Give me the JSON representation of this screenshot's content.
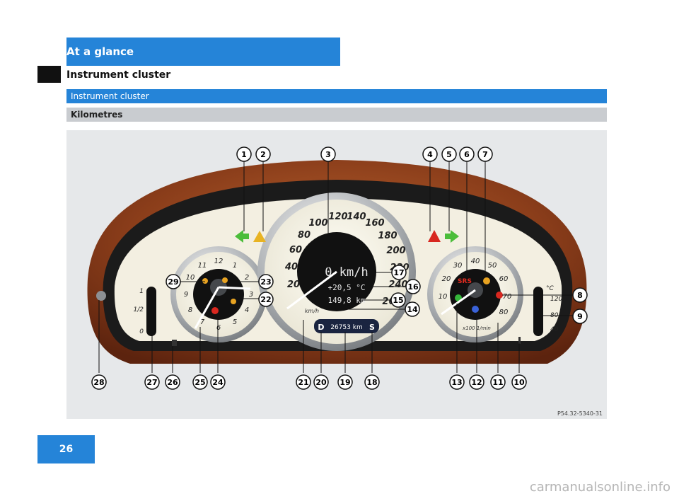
{
  "header": {
    "tab_title": "At a glance",
    "section_title": "Instrument cluster"
  },
  "bars": {
    "blue_label": "Instrument cluster",
    "grey_label": "Kilometres"
  },
  "figure": {
    "image_ref": "P54.32-5340-31",
    "speedometer": {
      "ticks": [
        "20",
        "40",
        "60",
        "80",
        "100",
        "120",
        "140",
        "160",
        "180",
        "200",
        "220",
        "240",
        "260"
      ],
      "speed_readout": "0 km/h",
      "temp_readout": "+20,5 °C",
      "trip_readout": "149,8 km",
      "unit": "km/h",
      "odometer": "26753 km",
      "gear_left": "D",
      "gear_right": "S"
    },
    "clock": {
      "numbers": [
        "12",
        "1",
        "2",
        "3",
        "4",
        "5",
        "6",
        "7",
        "8",
        "9",
        "10",
        "11"
      ]
    },
    "tachometer": {
      "numbers": [
        "10",
        "20",
        "30",
        "40",
        "50",
        "60",
        "70",
        "80"
      ],
      "unit": "x100 1/min",
      "sts_label": "SRS"
    },
    "fuel_gauge": {
      "labels": [
        "1",
        "1/2",
        "0"
      ]
    },
    "coolant_gauge": {
      "unit": "°C",
      "labels": [
        "120",
        "80",
        "40"
      ]
    },
    "callouts_top": [
      "1",
      "2",
      "3",
      "4",
      "5",
      "6",
      "7"
    ],
    "callouts_right": [
      "8",
      "9"
    ],
    "callouts_bottom": [
      "28",
      "27",
      "26",
      "25",
      "24",
      "21",
      "20",
      "19",
      "18",
      "13",
      "12",
      "11",
      "10"
    ],
    "callouts_inner": [
      "29",
      "23",
      "22",
      "17",
      "16",
      "15",
      "14"
    ]
  },
  "page_number": "26",
  "watermark": "carmanualsonline.info"
}
